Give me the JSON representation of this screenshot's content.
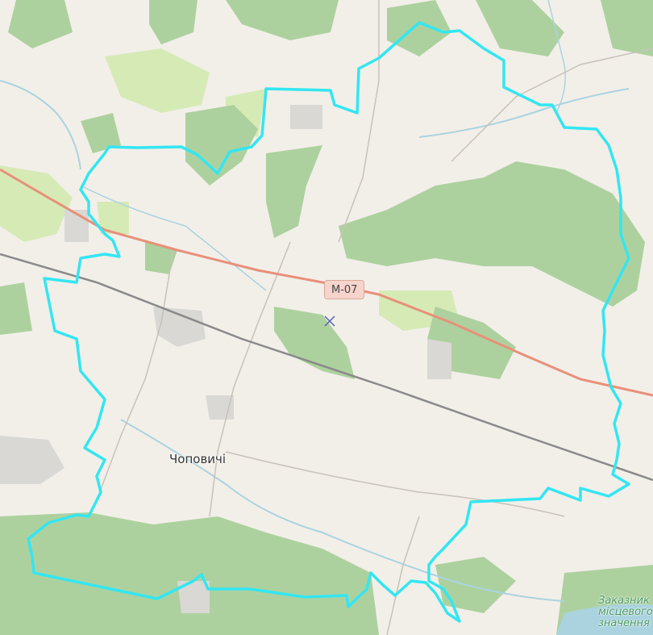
{
  "map": {
    "road_shield": "M-07",
    "town": "Чоповичі",
    "reserve_label": [
      "Заказник",
      "місцевого",
      "значення"
    ],
    "colors": {
      "background": "#f2efe9",
      "forest": "#add19e",
      "meadow": "#d6eab6",
      "residential": "#d9d8d4",
      "boundary": "#33e6f2",
      "trunk_road": "#e8907a",
      "railway": "#8a8a8a",
      "water": "#aad3df",
      "minor_road": "#c8c2b8"
    },
    "center_marker_icon": "cross-marker-icon"
  }
}
